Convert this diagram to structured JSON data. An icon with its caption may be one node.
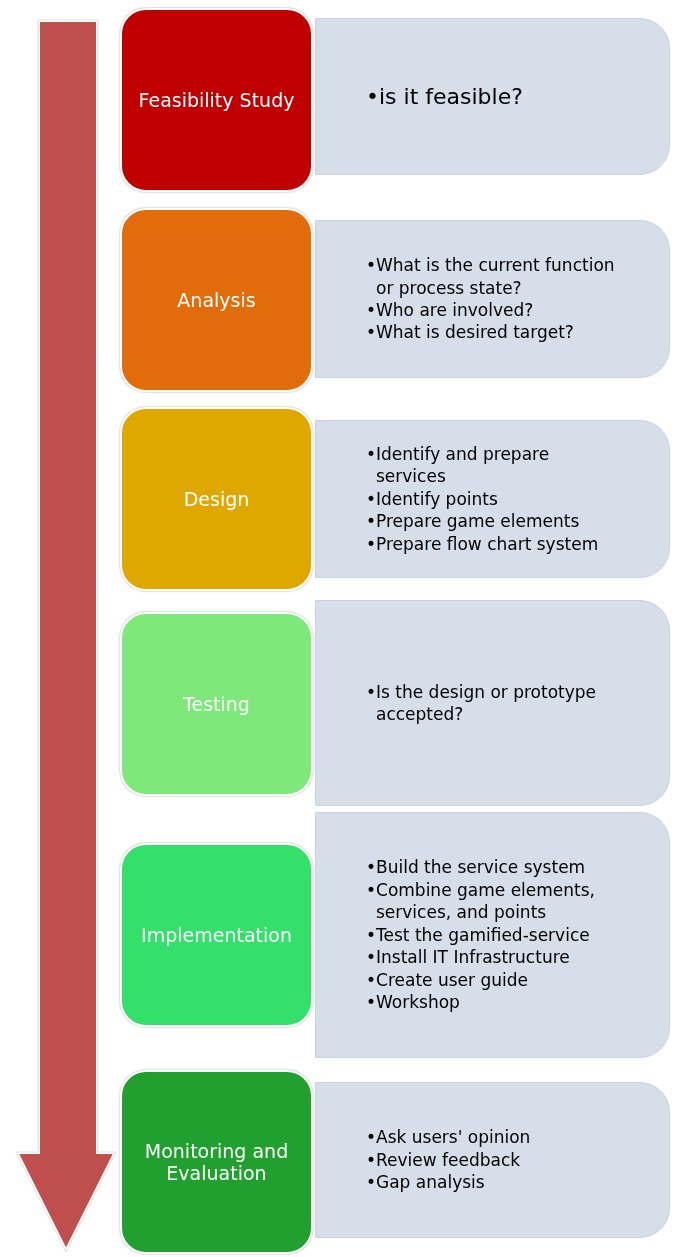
{
  "diagram": {
    "nodes": [
      {
        "text": [
          "Feasibility Study"
        ]
      },
      {
        "text": [
          "•is it feasible?"
        ]
      },
      {
        "text": [
          "Analysis"
        ]
      },
      {
        "text": [
          "•What is the current function or process state?",
          "•Who are involved?",
          "•What is desired target?"
        ]
      },
      {
        "text": [
          "Design"
        ]
      },
      {
        "text": [
          "•Identify and prepare services",
          "•Identify points",
          "•Prepare game elements",
          "•Prepare flow chart system"
        ]
      },
      {
        "text": [
          "Testing"
        ]
      },
      {
        "text": [
          "•Is the design or prototype accepted?"
        ]
      },
      {
        "text": [
          "Implementation"
        ]
      },
      {
        "text": [
          "•Build the service system",
          "•Combine game elements, services, and points",
          "•Test the gamified-service",
          "•Install IT Infrastructure",
          "•Create user guide",
          "•Workshop"
        ]
      },
      {
        "text": [
          "Monitoring and Evaluation"
        ]
      },
      {
        "text": [
          "•Ask users' opinion",
          "•Review feedback",
          "•Gap analysis"
        ]
      }
    ]
  }
}
